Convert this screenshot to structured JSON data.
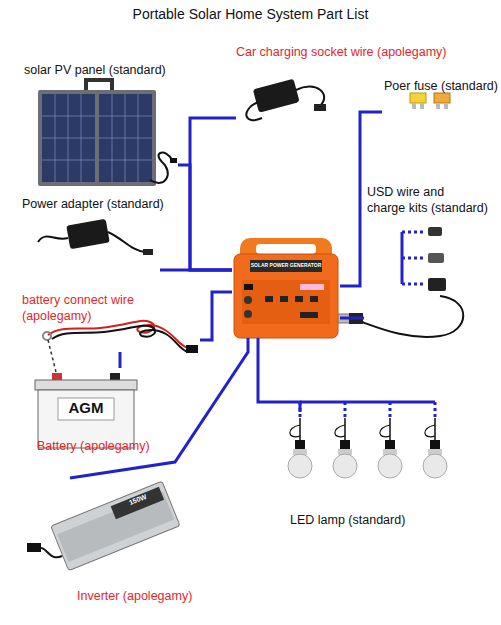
{
  "diagram": {
    "title": "Portable Solar Home System Part List",
    "nodes": [
      {
        "text": [
          "solar PV panel (standard)"
        ]
      },
      {
        "text": [
          "Car charging socket wire (apolegamy)"
        ]
      },
      {
        "text": [
          "Poer fuse (standard)"
        ]
      },
      {
        "text": [
          "Power adapter (standard)"
        ]
      },
      {
        "text": [
          "USD wire and charge kits (standard)"
        ]
      },
      {
        "text": [
          "SOLAR POWER GENERATOR"
        ]
      },
      {
        "text": [
          "battery connect wire (apolegamy)"
        ]
      },
      {
        "text": [
          "AGM",
          "Battery (apolegamy)"
        ]
      },
      {
        "text": [
          "LED lamp (standard)"
        ]
      },
      {
        "text": [
          "150W",
          "Inverter (apolegamy)"
        ]
      }
    ],
    "edges": [
      {
        "from": 0,
        "to": 5,
        "arrow": "none"
      },
      {
        "from": 1,
        "to": 5,
        "arrow": "none"
      },
      {
        "from": 2,
        "to": 5,
        "arrow": "none"
      },
      {
        "from": 3,
        "to": 5,
        "arrow": "none"
      },
      {
        "from": 4,
        "to": 5,
        "arrow": "none"
      },
      {
        "from": 6,
        "to": 5,
        "arrow": "none"
      },
      {
        "from": 7,
        "to": 6,
        "arrow": "none"
      },
      {
        "from": 8,
        "to": 5,
        "arrow": "none"
      },
      {
        "from": 9,
        "to": 5,
        "arrow": "none"
      }
    ]
  }
}
